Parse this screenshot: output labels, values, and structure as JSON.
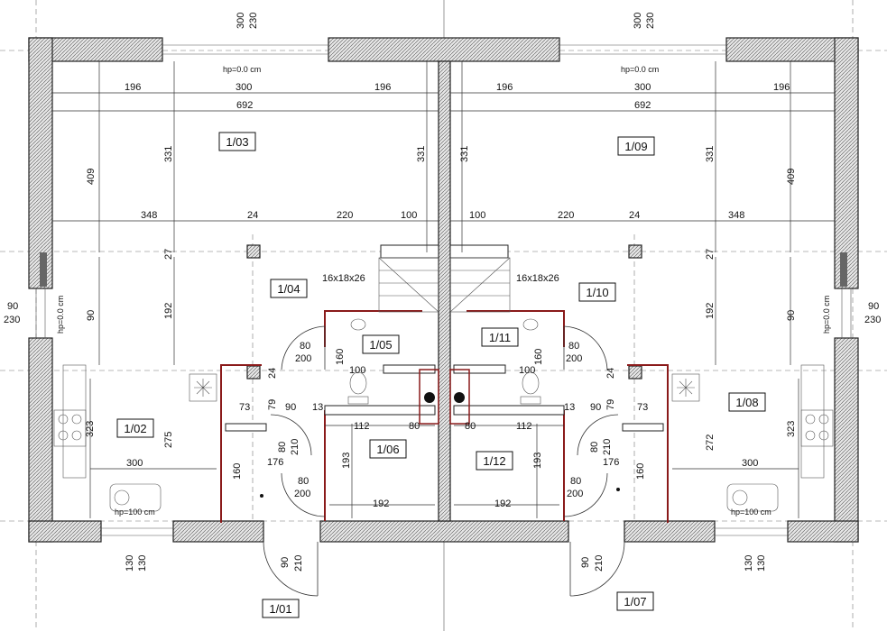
{
  "rooms": {
    "r101": "1/01",
    "r102": "1/02",
    "r103": "1/03",
    "r104": "1/04",
    "r105": "1/05",
    "r106": "1/06",
    "r107": "1/07",
    "r108": "1/08",
    "r109": "1/09",
    "r110": "1/10",
    "r111": "1/11",
    "r112": "1/12"
  },
  "levels": {
    "hp0": "hp=0.0 cm",
    "hp100": "hp=100 cm"
  },
  "stairs": "16x18x26",
  "dimensions": {
    "d196": "196",
    "d300": "300",
    "d692": "692",
    "d409": "409",
    "d331": "331",
    "d348": "348",
    "d24": "24",
    "d220": "220",
    "d100": "100",
    "d27": "27",
    "d90": "90",
    "d192": "192",
    "d80": "80",
    "d200": "200",
    "d160": "160",
    "d79": "79",
    "d73": "73",
    "d13": "13",
    "d112": "112",
    "d193": "193",
    "d210": "210",
    "d176": "176",
    "d323": "323",
    "d275": "275",
    "d272": "272",
    "d230": "230",
    "d130": "130"
  }
}
